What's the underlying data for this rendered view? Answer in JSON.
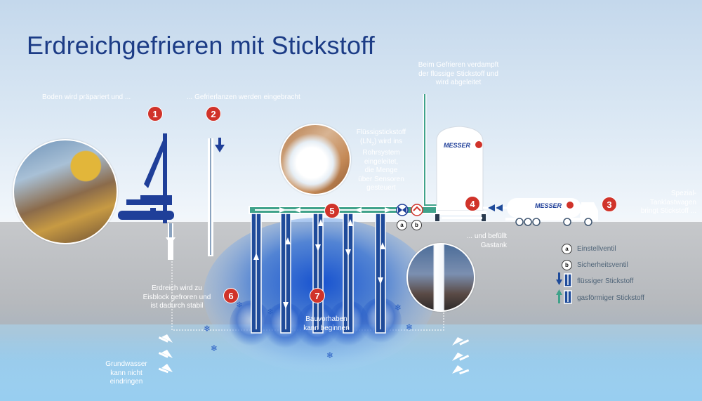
{
  "title": "Erdreichgefrieren mit Stickstoff",
  "brand": "MESSER",
  "steps": {
    "s1": {
      "num": "1",
      "text": "Boden wird präpariert und ..."
    },
    "s2": {
      "num": "2",
      "text": "... Gefrierlanzen werden eingebracht"
    },
    "s3": {
      "num": "3",
      "text": "Spezial-\nTanklastwagen\nbringt Stickstoff ..."
    },
    "s4": {
      "num": "4",
      "text": "... und befüllt\nGastank"
    },
    "s5": {
      "num": "5",
      "text_pre": "Flüssigstickstoff\n(LN",
      "text_sub": "2",
      "text_post": ") wird ins\nRohrsystem\neingeleitet,\ndie Menge\nüber Sensoren\ngesteuert"
    },
    "s6": {
      "num": "6",
      "text": "Erdreich wird zu\nEisblock gefroren und\nist dadurch stabil"
    },
    "s7": {
      "num": "7",
      "text": "Bauvorhaben\nkann beginnen"
    }
  },
  "exhaust_text": "Beim Gefrieren verdampft\nder flüssige Stickstoff und\nwird abgeleitet",
  "groundwater_text": "Grundwasser\nkann nicht\neindringen",
  "valves": {
    "a": "a",
    "b": "b"
  },
  "legend": {
    "a": {
      "key": "a",
      "label": "Einstellventil"
    },
    "b": {
      "key": "b",
      "label": "Sicherheitsventil"
    },
    "liquid": {
      "label": "flüssiger Stickstoff",
      "icon": "blue-down-arrow-pipe-icon"
    },
    "gas": {
      "label": "gasförmiger Stickstoff",
      "icon": "green-up-arrow-pipe-icon"
    }
  },
  "colors": {
    "title": "#1c3c86",
    "badge": "#d0332a",
    "pipe_outline": "#ffffff",
    "liquid": "#1f4b9a",
    "gas": "#3fa28a",
    "ice": "#2e6fd8",
    "crane": "#1f3f99"
  }
}
